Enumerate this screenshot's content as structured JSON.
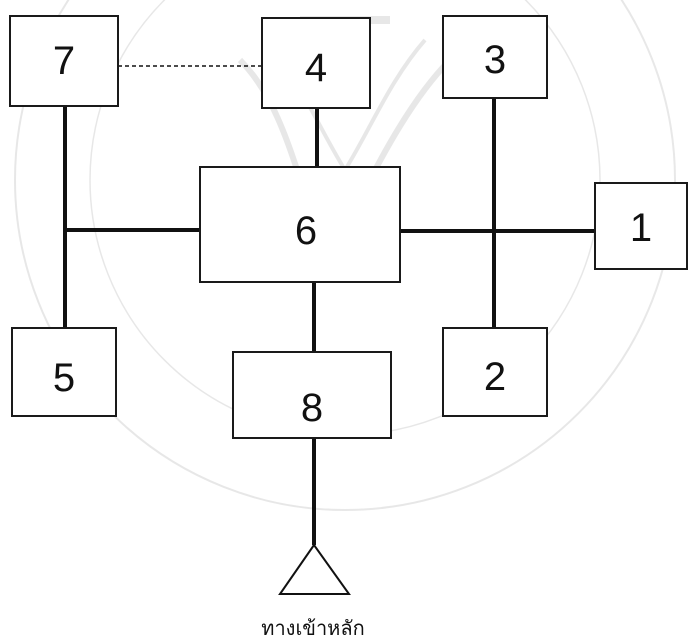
{
  "diagram": {
    "boxes": {
      "b1": "1",
      "b2": "2",
      "b3": "3",
      "b4": "4",
      "b5": "5",
      "b6": "6",
      "b7": "7",
      "b8": "8"
    },
    "entrance_label": "ทางเข้าหลัก",
    "colors": {
      "line": "#111111",
      "box_fill": "#ffffff",
      "background": "#ffffff"
    }
  }
}
